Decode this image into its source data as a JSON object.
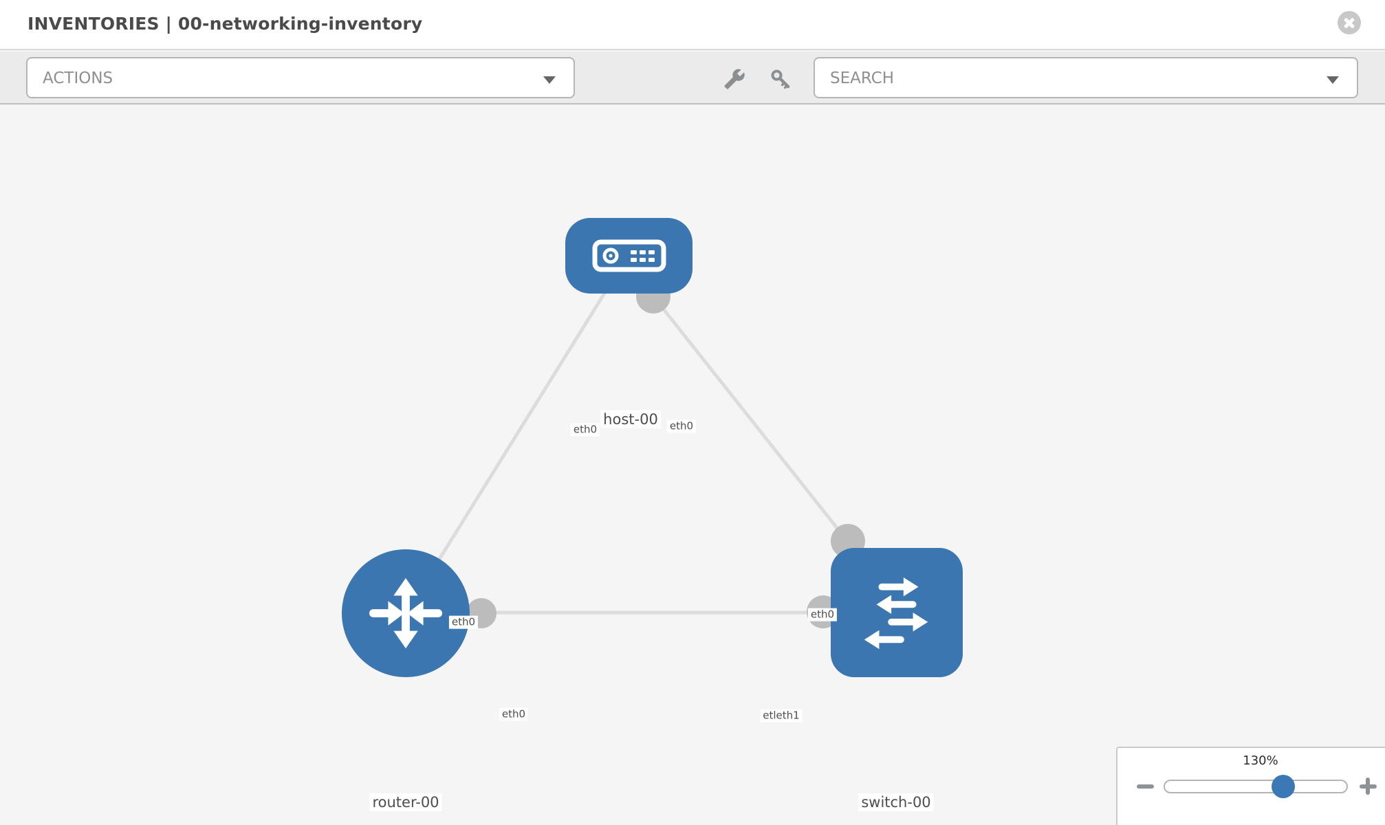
{
  "header": {
    "title": "INVENTORIES | 00-networking-inventory",
    "close_icon": "close"
  },
  "toolbar": {
    "actions_label": "ACTIONS",
    "search_placeholder": "SEARCH",
    "wrench_icon": "wrench",
    "key_icon": "key"
  },
  "canvas": {
    "nodes": [
      {
        "label": "host-00",
        "type": "host",
        "icon": "server-icon"
      },
      {
        "label": "router-00",
        "type": "router",
        "icon": "router-arrows-icon"
      },
      {
        "label": "switch-00",
        "type": "switch",
        "icon": "switch-arrows-icon"
      }
    ],
    "port_labels": {
      "host_left": "eth0",
      "host_right": "eth0",
      "link_router_host": "eth0",
      "router_right": "eth0",
      "switch_top": "eth0",
      "switch_left": "etleth1"
    },
    "colors": {
      "node_blue": "#3b76b0",
      "link_gray": "#dcdcdc",
      "interface_gray": "#bcbcbc",
      "canvas_bg": "#f5f5f5"
    }
  },
  "zoom_control": {
    "level": "130%",
    "minus_icon": "minus",
    "plus_icon": "plus",
    "handle_color": "#3a79b5"
  }
}
